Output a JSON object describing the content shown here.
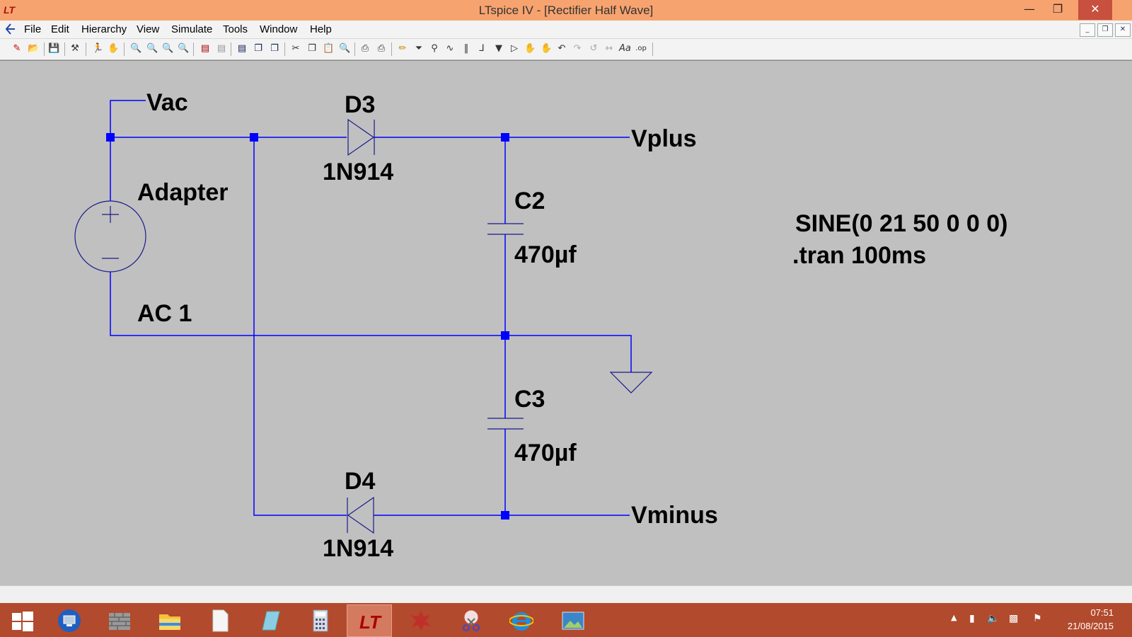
{
  "window": {
    "title": "LTspice IV - [Rectifier Half Wave]",
    "minimize_icon": "minimize-icon",
    "maximize_icon": "restore-icon",
    "close_icon": "close-icon"
  },
  "menu": {
    "items": [
      "File",
      "Edit",
      "Hierarchy",
      "View",
      "Simulate",
      "Tools",
      "Window",
      "Help"
    ]
  },
  "schematic": {
    "labels": {
      "vac": "Vac",
      "vplus": "Vplus",
      "vminus": "Vminus",
      "adapter": "Adapter",
      "ac1": "AC 1",
      "d3_name": "D3",
      "d3_model": "1N914",
      "d4_name": "D4",
      "d4_model": "1N914",
      "c2_name": "C2",
      "c2_value": "470µf",
      "c3_name": "C3",
      "c3_value": "470µf"
    },
    "directives": {
      "sine": "SINE(0 21 50 0 0 0)",
      "tran": ".tran 100ms"
    },
    "colors": {
      "wire": "#0000ff",
      "component": "#1a1a8c",
      "background": "#c0c0c0"
    }
  },
  "taskbar": {
    "apps": [
      "start-icon",
      "remote-desktop-icon",
      "firewall-icon",
      "file-explorer-icon",
      "document-icon",
      "notepad-icon",
      "calculator-icon",
      "ltspice-icon",
      "paint-splat-icon",
      "snipping-tool-icon",
      "internet-explorer-icon",
      "photos-icon"
    ],
    "clock_time": "07:51",
    "clock_date": "21/08/2015"
  }
}
